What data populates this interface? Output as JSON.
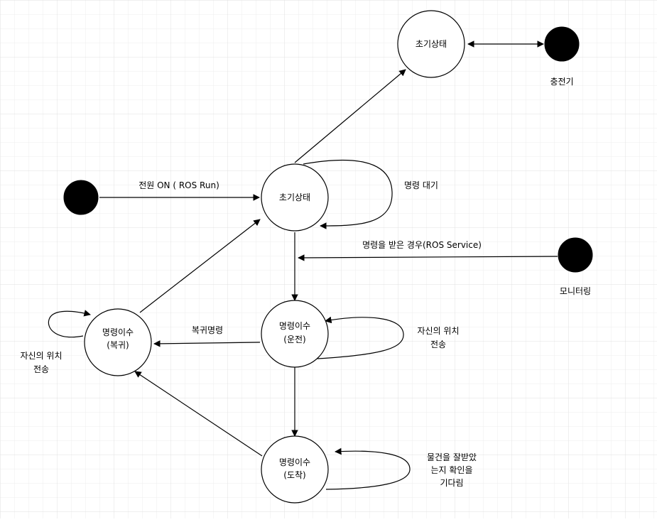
{
  "diagram": {
    "states": {
      "charge_init": "초기상태",
      "idle_init": "초기상태",
      "return": [
        "명령이수",
        "(복귀)"
      ],
      "drive": [
        "명령이수",
        "(운전)"
      ],
      "arrive": [
        "명령이수",
        "(도착)"
      ]
    },
    "terminals": {
      "charger": "충전기",
      "monitoring": "모니터링"
    },
    "edges": {
      "power_on": "전원 ON ( ROS Run)",
      "wait_command": "명령 대기",
      "command_received": "명령을 받은 경우(ROS Service)",
      "return_command": "복귀명령",
      "send_position_drive": [
        "자신의 위치",
        "전송"
      ],
      "send_position_return": [
        "자신의 위치",
        "전송"
      ],
      "wait_receipt": [
        "물건을 잘받았",
        "는지 확인을",
        "기다림"
      ]
    }
  }
}
